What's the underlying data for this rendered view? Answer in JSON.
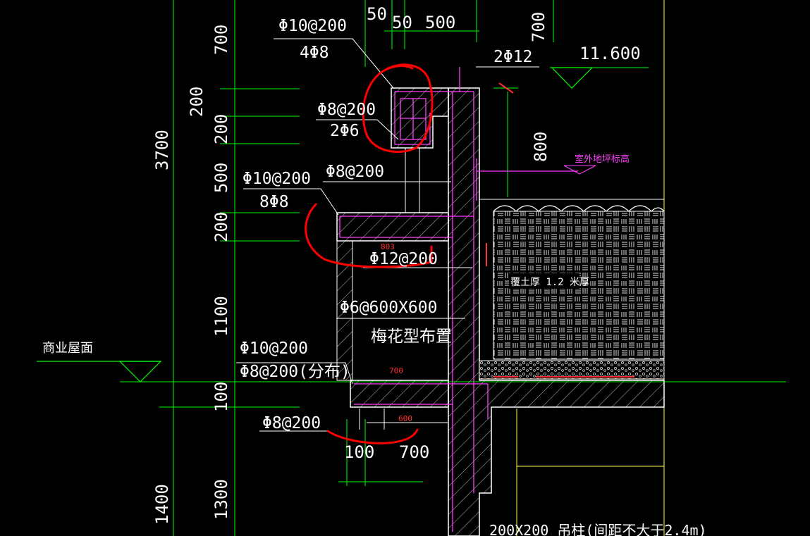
{
  "colors": {
    "background": "#000000",
    "dimension_line": "#00ff00",
    "rebar": "#ff40ff",
    "concrete_outline": "#ffffff",
    "hatch": "#c8c8c8",
    "markup": "#ff0000",
    "grid_line": "#ffff00"
  },
  "dimensions": {
    "top_50_left": "50",
    "top_50_right": "50",
    "top_500": "500",
    "top_700": "700",
    "v_700": "700",
    "v_200_a": "200",
    "v_200_b": "200",
    "v_3700": "3700",
    "v_500": "500",
    "v_200_c": "200",
    "v_1100": "1100",
    "v_100": "100",
    "v_1400": "1400",
    "v_1300": "1300",
    "v_800": "800",
    "bottom_100": "100",
    "bottom_700": "700",
    "red_803": "803",
    "red_700": "700",
    "red_600": "600"
  },
  "rebar_labels": {
    "top_main": "Φ10@200",
    "top_sub": "4Φ8",
    "top_2phi12": "2Φ12",
    "upper_hook": "Φ8@200",
    "upper_hook_sub": "2Φ6",
    "wall_vertical": "Φ8@200",
    "mid_main": "Φ10@200",
    "mid_sub": "8Φ8",
    "mid_bottom": "Φ12@200",
    "tie": "Φ6@600X600",
    "tie_note": "梅花型布置",
    "low_main": "Φ10@200",
    "low_dist": "Φ8@200(分布)",
    "low_bottom": "Φ8@200"
  },
  "elevations": {
    "top_elev": "11.600",
    "outdoor_label": "室外地坪标高",
    "roof_label": "商业屋面"
  },
  "notes": {
    "soil": "覆土厚  1.2 米厚",
    "bottom_beam": "200X200 吊柱(间距不大于2.4m)"
  }
}
